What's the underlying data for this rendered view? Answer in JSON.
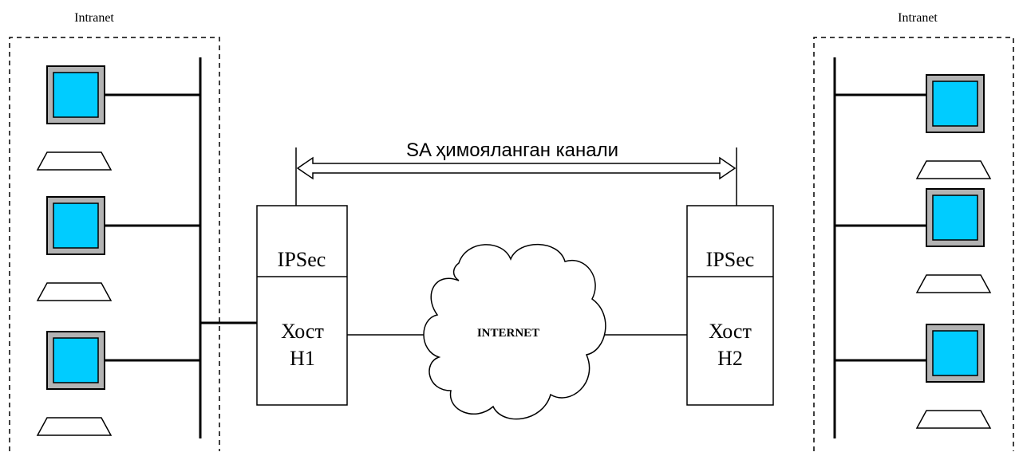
{
  "left_network": {
    "label": "Intranet"
  },
  "right_network": {
    "label": "Intranet"
  },
  "channel": {
    "label": "SA ҳимояланган канали"
  },
  "host1": {
    "ipsec_label": "IPSec",
    "host_line1": "Хост",
    "host_line2": "H1"
  },
  "host2": {
    "ipsec_label": "IPSec",
    "host_line1": "Хост",
    "host_line2": "H2"
  },
  "internet": {
    "label": "INTERNET"
  },
  "colors": {
    "screen": "#00CCFF",
    "monitor_frame": "#B3B3B3",
    "line": "#000000",
    "background": "#FFFFFF"
  }
}
